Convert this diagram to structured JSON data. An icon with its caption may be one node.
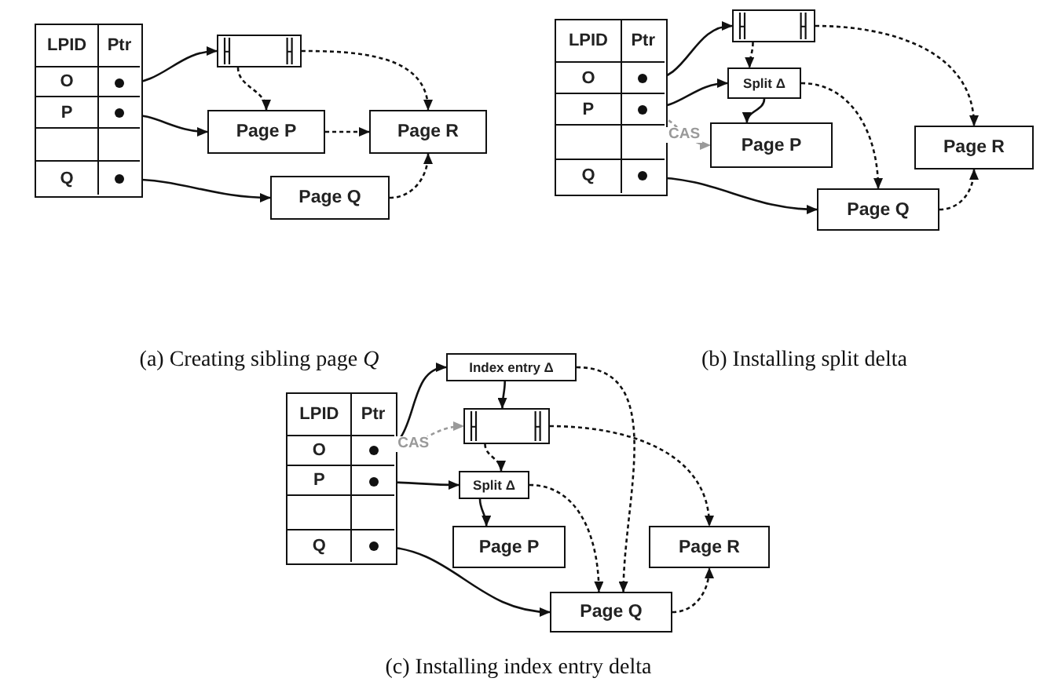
{
  "diagram": {
    "nodes": [
      {
        "text": [
          "LPID",
          "Ptr",
          "O",
          "P",
          "Q"
        ]
      },
      {
        "text": [],
        "shape": "circle",
        "in": 0
      },
      {
        "text": [],
        "shape": "circle",
        "in": 0
      },
      {
        "text": [],
        "shape": "circle",
        "in": 0
      },
      {
        "text": [],
        "shape": "box"
      },
      {
        "text": [
          "Page P"
        ]
      },
      {
        "text": [
          "Page R"
        ]
      },
      {
        "text": [
          "Page Q"
        ]
      },
      {
        "text": [
          "LPID",
          "Ptr",
          "O",
          "P",
          "Q"
        ]
      },
      {
        "text": [],
        "shape": "circle",
        "in": 8
      },
      {
        "text": [],
        "shape": "circle",
        "in": 8
      },
      {
        "text": [],
        "shape": "circle",
        "in": 8
      },
      {
        "text": [],
        "shape": "box"
      },
      {
        "text": [
          "Split Δ"
        ]
      },
      {
        "text": [
          "Page P"
        ]
      },
      {
        "text": [
          "Page R"
        ]
      },
      {
        "text": [
          "Page Q"
        ]
      },
      {
        "text": [
          "LPID",
          "Ptr",
          "O",
          "P",
          "Q"
        ]
      },
      {
        "text": [],
        "shape": "circle",
        "in": 17
      },
      {
        "text": [],
        "shape": "circle",
        "in": 17
      },
      {
        "text": [],
        "shape": "circle",
        "in": 17
      },
      {
        "text": [
          "Index entry Δ"
        ]
      },
      {
        "text": [],
        "shape": "box"
      },
      {
        "text": [
          "Split Δ"
        ]
      },
      {
        "text": [
          "Page P"
        ]
      },
      {
        "text": [
          "Page R"
        ]
      },
      {
        "text": [
          "Page Q"
        ]
      }
    ],
    "edges": [
      {
        "from": 1,
        "to": 4,
        "arrow": "to"
      },
      {
        "from": 2,
        "to": 5,
        "arrow": "to"
      },
      {
        "from": 3,
        "to": 7,
        "arrow": "to"
      },
      {
        "from": 4,
        "to": 5,
        "arrow": "to",
        "style": "dashed"
      },
      {
        "from": 4,
        "to": 6,
        "arrow": "to",
        "style": "dashed"
      },
      {
        "from": 5,
        "to": 6,
        "arrow": "to",
        "style": "dashed"
      },
      {
        "from": 7,
        "to": 6,
        "arrow": "to",
        "style": "dashed"
      },
      {
        "from": 9,
        "to": 12,
        "arrow": "to"
      },
      {
        "from": 10,
        "to": 13,
        "arrow": "to"
      },
      {
        "from": 10,
        "to": 14,
        "arrow": "to",
        "label": "CAS",
        "style": "dashed",
        "color": "#9a9a9a"
      },
      {
        "from": 11,
        "to": 16,
        "arrow": "to"
      },
      {
        "from": 12,
        "to": 13,
        "arrow": "to",
        "style": "dashed"
      },
      {
        "from": 12,
        "to": 15,
        "arrow": "to",
        "style": "dashed"
      },
      {
        "from": 13,
        "to": 14,
        "arrow": "to"
      },
      {
        "from": 13,
        "to": 16,
        "arrow": "to",
        "style": "dashed"
      },
      {
        "from": 16,
        "to": 15,
        "arrow": "to",
        "style": "dashed"
      },
      {
        "from": 18,
        "to": 21,
        "arrow": "to"
      },
      {
        "from": 18,
        "to": 22,
        "arrow": "to",
        "label": "CAS",
        "style": "dashed",
        "color": "#9a9a9a"
      },
      {
        "from": 19,
        "to": 23,
        "arrow": "to"
      },
      {
        "from": 20,
        "to": 26,
        "arrow": "to"
      },
      {
        "from": 21,
        "to": 22,
        "arrow": "to"
      },
      {
        "from": 21,
        "to": 26,
        "arrow": "to",
        "style": "dashed"
      },
      {
        "from": 22,
        "to": 23,
        "arrow": "to",
        "style": "dashed"
      },
      {
        "from": 22,
        "to": 25,
        "arrow": "to",
        "style": "dashed"
      },
      {
        "from": 23,
        "to": 24,
        "arrow": "to"
      },
      {
        "from": 23,
        "to": 26,
        "arrow": "to",
        "style": "dashed"
      },
      {
        "from": 26,
        "to": 25,
        "arrow": "to",
        "style": "dashed"
      }
    ],
    "labels": [
      "(a) Creating sibling page *Q*",
      "(b) Installing split delta",
      "(c) Installing index entry delta"
    ]
  }
}
